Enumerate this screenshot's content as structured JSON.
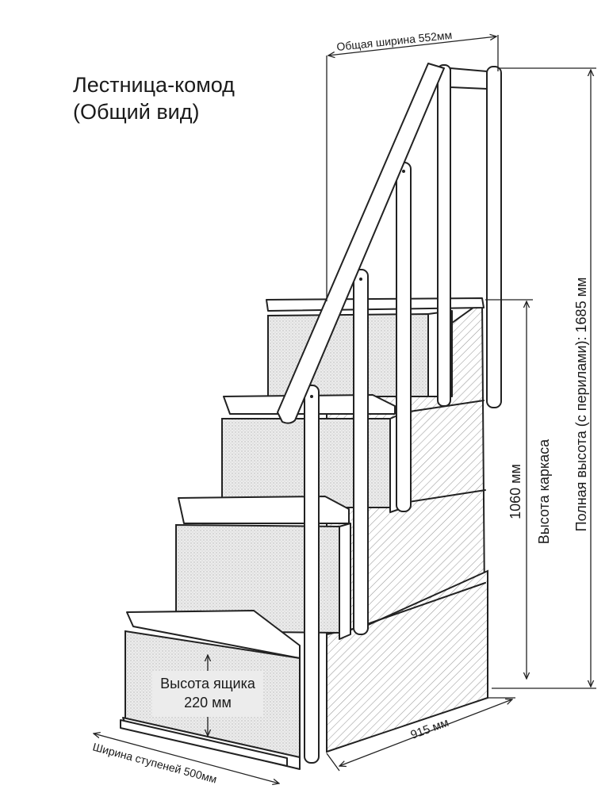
{
  "title": {
    "line1": "Лестница-комод",
    "line2": "(Общий вид)"
  },
  "dimensions": {
    "overall_width": "Общая ширина 552мм",
    "full_height": "Полная высота (с перилами): 1685 мм",
    "frame_height_value": "1060 мм",
    "frame_height_label": "Высота каркаса",
    "depth": "915 мм",
    "step_width": "Ширина ступеней 500мм",
    "drawer_height_line1": "Высота ящика",
    "drawer_height_line2": "220 мм"
  }
}
